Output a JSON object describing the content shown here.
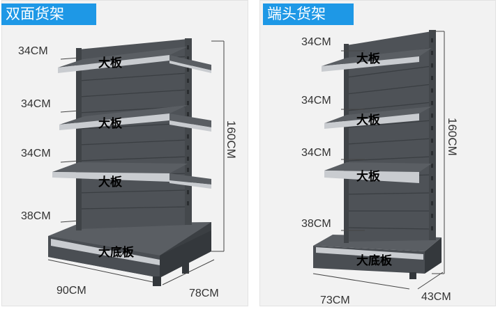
{
  "panels": {
    "left": {
      "title": "双面货架",
      "heights": [
        "34CM",
        "34CM",
        "34CM",
        "38CM"
      ],
      "total_height": "160CM",
      "width": "90CM",
      "depth": "78CM",
      "boards": [
        "大板",
        "大板",
        "大板",
        "大底板"
      ]
    },
    "right": {
      "title": "端头货架",
      "heights": [
        "34CM",
        "34CM",
        "34CM",
        "38CM"
      ],
      "total_height": "160CM",
      "width": "73CM",
      "depth": "43CM",
      "boards": [
        "大板",
        "大板",
        "大板",
        "大底板"
      ]
    }
  },
  "colors": {
    "badge": "#1e98e6",
    "panel_bg": "#f2f2f2",
    "shelf_body": "#4e5257",
    "shelf_dark": "#3b3f43",
    "shelf_edge": "#c9ccd0"
  }
}
